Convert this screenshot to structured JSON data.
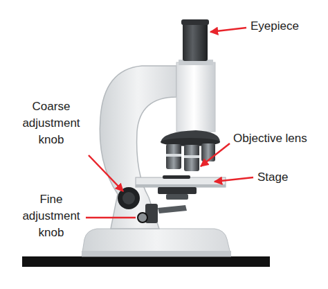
{
  "diagram": {
    "labels": [
      "Eyepiece",
      "Objective lens",
      "Stage",
      "Coarse adjustment knob",
      "Fine adjustment knob"
    ]
  }
}
